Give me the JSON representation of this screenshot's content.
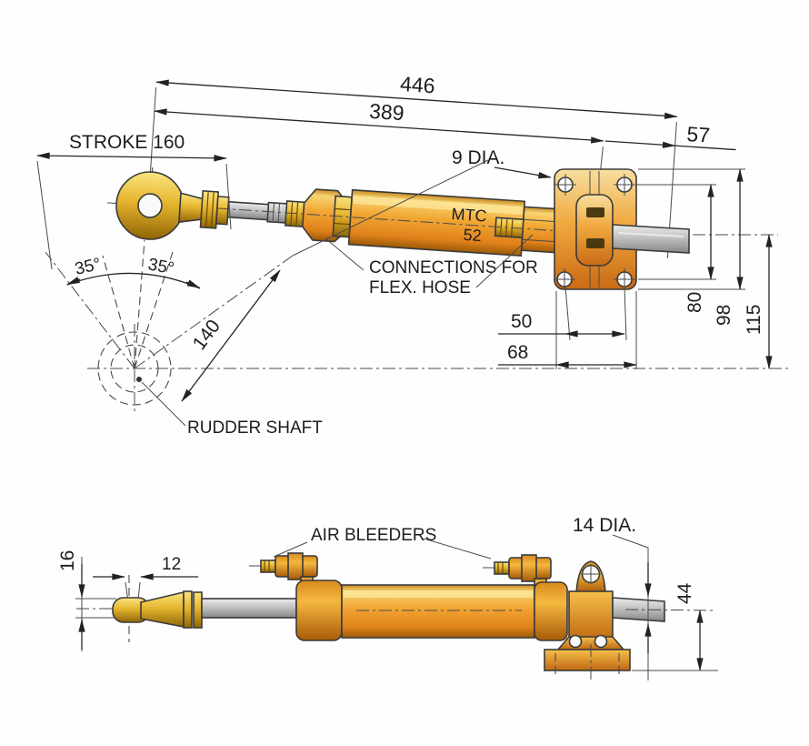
{
  "drawing": {
    "product_marking": {
      "line1": "MTC",
      "line2": "52"
    }
  },
  "top_view": {
    "dim_overall": "446",
    "dim_body": "389",
    "dim_shaft_end": "57",
    "stroke_label": "STROKE 160",
    "hole_dia_label": "9 DIA.",
    "connections_line1": "CONNECTIONS FOR",
    "connections_line2": "FLEX. HOSE",
    "angle_left": "35°",
    "angle_right": "35°",
    "dim_tiller_radius": "140",
    "rudder_label": "RUDDER SHAFT",
    "dim_hole_spacing_h": "50",
    "dim_flange_width": "68",
    "dim_hole_spacing_v": "80",
    "dim_flange_height": "98",
    "dim_center_height": "115"
  },
  "bottom_view": {
    "air_bleeders_label": "AIR BLEEDERS",
    "shaft_dia_label": "14 DIA.",
    "dim_rod": "16",
    "dim_eye_waist": "12",
    "dim_base_height": "44"
  },
  "colors": {
    "body_orange": "#f2a835",
    "body_orange_dark": "#b05f06",
    "brass_gold": "#e7b52e",
    "steel_grey": "#c2c2c2",
    "line_color": "#262626",
    "background": "#ffffff"
  }
}
